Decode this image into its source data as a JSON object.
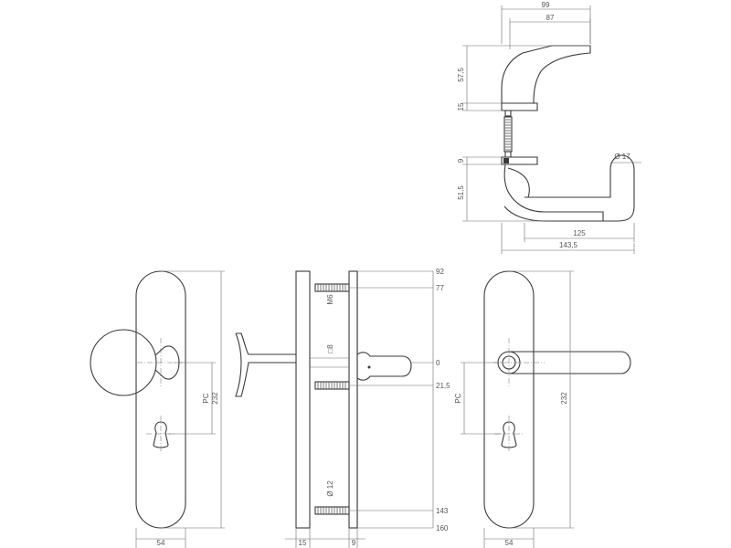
{
  "side_view": {
    "width_overall": "99",
    "width_inner": "87",
    "height_knob": "57,5",
    "height_rose": "15",
    "height_lever_top": "9",
    "height_lever": "51,5",
    "diameter_lever": "Ø 17",
    "length_lever": "125",
    "length_overall": "143,5"
  },
  "front_left": {
    "plate_width": "54",
    "pc_label": "PC",
    "plate_height": "232"
  },
  "section": {
    "thread_m6": "M6",
    "pin_diameter": "□8",
    "bolt_diameter": "Ø 12",
    "dim_92": "92",
    "dim_77": "77",
    "dim_0": "0",
    "dim_21_5": "21,5",
    "dim_143": "143",
    "dim_160": "160",
    "thickness_15": "15",
    "thickness_9": "9"
  },
  "front_right": {
    "plate_width": "54",
    "pc_label": "PC",
    "plate_height": "232"
  },
  "colors": {
    "line": "#3a3a3a",
    "dimension": "#6a6a6a",
    "text": "#555555"
  }
}
